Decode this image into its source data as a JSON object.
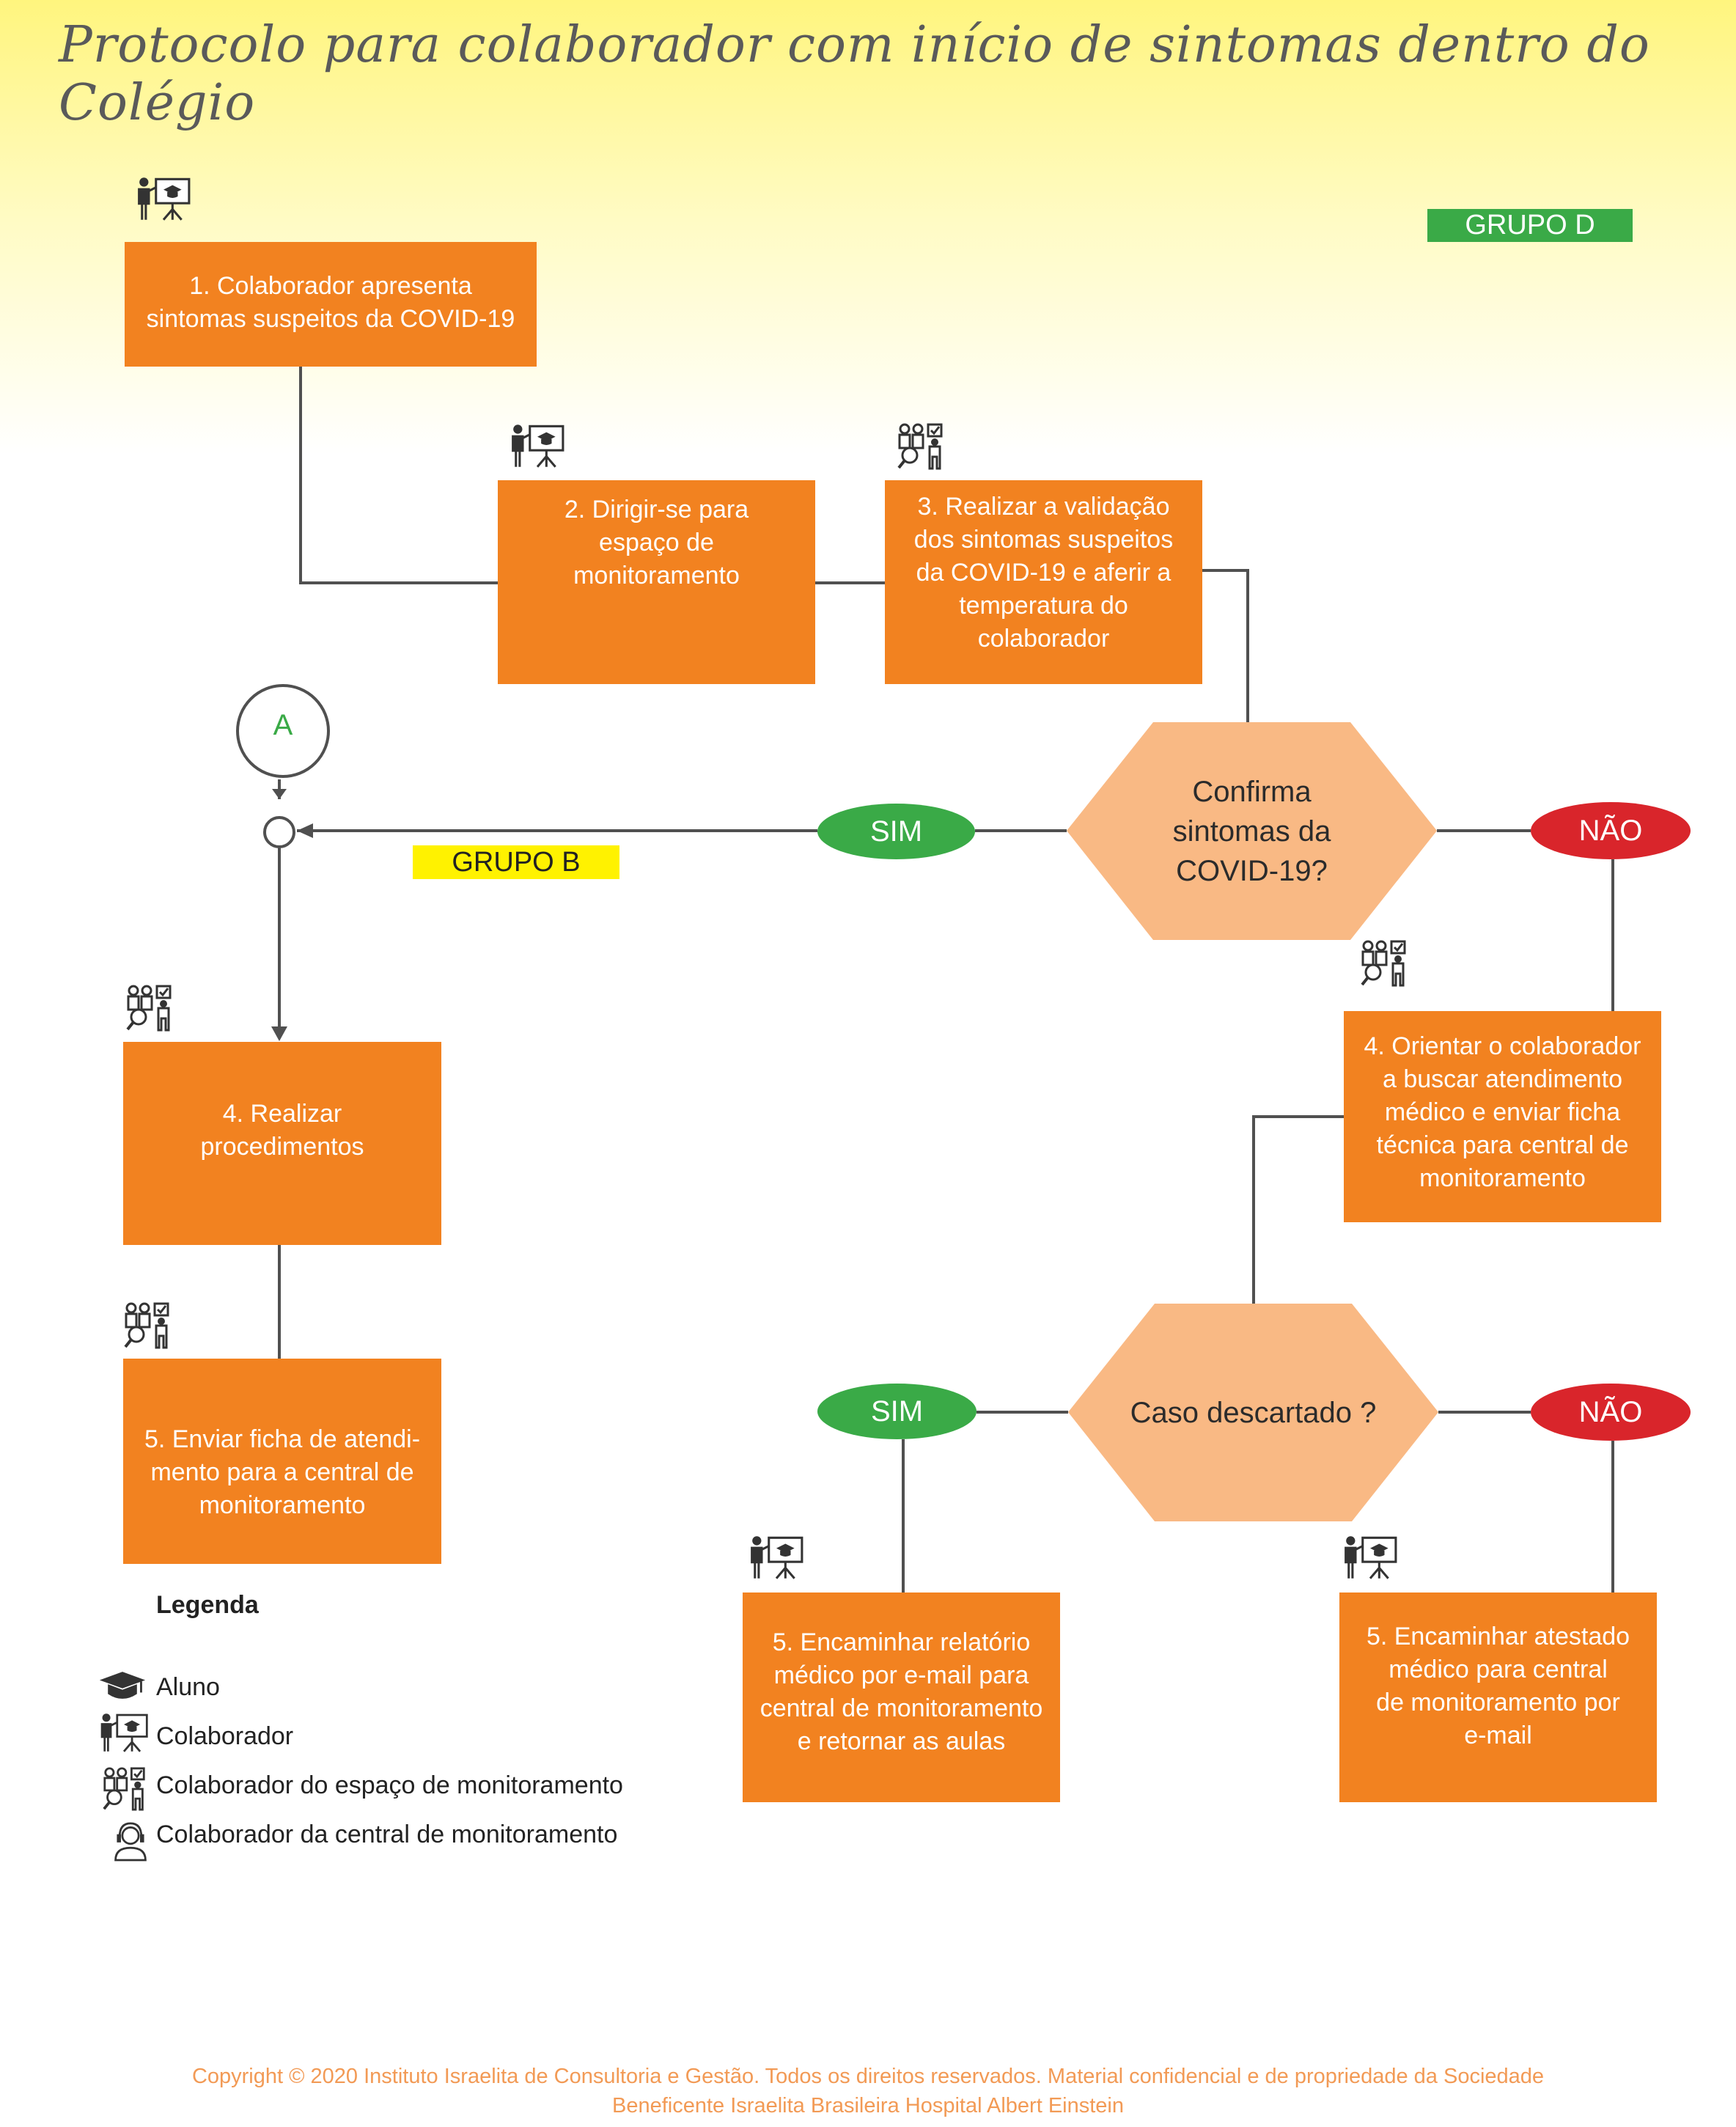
{
  "title": "Protocolo para colaborador com início de sintomas dentro do Colégio",
  "colors": {
    "box": "#f28220",
    "decision": "#f9b984",
    "sim": "#3aaa47",
    "nao": "#d9252b",
    "grupo_d": "#3aaa47",
    "grupo_b": "#fff200",
    "connector": "#505050"
  },
  "tags": {
    "grupo_d": "GRUPO D",
    "grupo_b": "GRUPO B"
  },
  "connector_a": "A",
  "steps": {
    "s1": "1. Colaborador apresenta\nsintomas suspeitos da COVID-19",
    "s2": "2. Dirigir-se para\nespaço de\nmonitoramento",
    "s3": "3. Realizar a validação\ndos sintomas suspeitos\nda COVID-19 e aferir a\ntemperatura do\ncolaborador",
    "s4a": "4. Realizar\nprocedimentos",
    "s5a": "5. Enviar ficha de atendi-\nmento para a central de\nmonitoramento",
    "s4b": "4. Orientar o colaborador\na buscar atendimento\nmédico e enviar ficha\ntécnica para central de\nmonitoramento",
    "s5b": "5. Encaminhar relatório\nmédico por e-mail para\ncentral de monitoramento\ne retornar as aulas",
    "s5c": "5. Encaminhar atestado\nmédico para central\nde monitoramento por\ne-mail"
  },
  "decisions": {
    "d1": "Confirma\nsintomas da\nCOVID-19?",
    "d2": "Caso descartado ?"
  },
  "answers": {
    "sim": "SIM",
    "nao": "NÃO"
  },
  "legend": {
    "title": "Legenda",
    "items": [
      {
        "icon": "graduation-cap-icon",
        "label": "Aluno"
      },
      {
        "icon": "presenter-icon",
        "label": "Colaborador"
      },
      {
        "icon": "monitoring-team-icon",
        "label": "Colaborador do espaço de monitoramento"
      },
      {
        "icon": "headset-operator-icon",
        "label": "Colaborador da central de monitoramento"
      }
    ]
  },
  "footer": {
    "line1": "Copyright © 2020 Instituto Israelita de Consultoria e Gestão. Todos os direitos reservados. Material confidencial e de propriedade da Sociedade",
    "line2": "Beneficente Israelita Brasileira Hospital Albert Einstein"
  }
}
